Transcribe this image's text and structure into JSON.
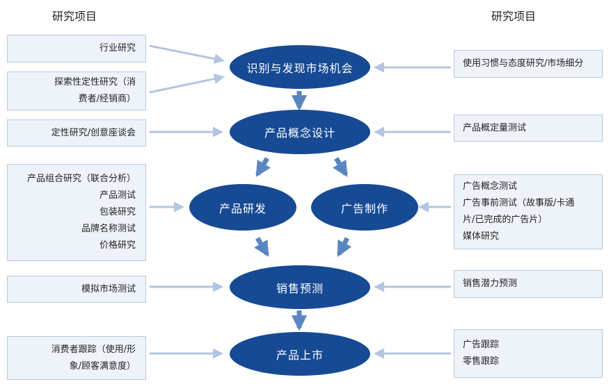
{
  "headers": {
    "left": "研究项目",
    "right": "研究项目"
  },
  "stages": {
    "identify": "识别与发现市场机会",
    "concept": "产品概念设计",
    "product_dev": "产品研发",
    "ad_making": "广告制作",
    "forecast": "销售预测",
    "launch": "产品上市"
  },
  "left_boxes": {
    "industry": [
      "行业研究"
    ],
    "exploratory": [
      "探索性定性研究（消",
      "费者/经销商）"
    ],
    "qualitative": [
      "定性研究/创意座谈会"
    ],
    "product_mix": [
      "产品组合研究（联合分析）",
      "产品测试",
      "包装研究",
      "品牌名称测试",
      "价格研究"
    ],
    "simulated": [
      "模拟市场测试"
    ],
    "tracking": [
      "消费者跟踪（使用/形",
      "象/顾客满意度）"
    ]
  },
  "right_boxes": {
    "usage": [
      "使用习惯与态度研究/市场细分"
    ],
    "concept_test": [
      "产品概定量测试"
    ],
    "ad_tests": [
      "广告概念测试",
      "广告事前测试（故事版/卡通",
      "片/已完成的广告片）",
      "媒体研究"
    ],
    "sales_potential": [
      "销售潜力预测"
    ],
    "tracking": [
      "广告跟踪",
      "零售跟踪"
    ]
  },
  "colors": {
    "ellipse": "#174a94",
    "arrow": "#b3c5e0",
    "down_arrow": "#5a86c0",
    "box_bg": "#eef3fa",
    "box_border": "#b9c9de"
  }
}
